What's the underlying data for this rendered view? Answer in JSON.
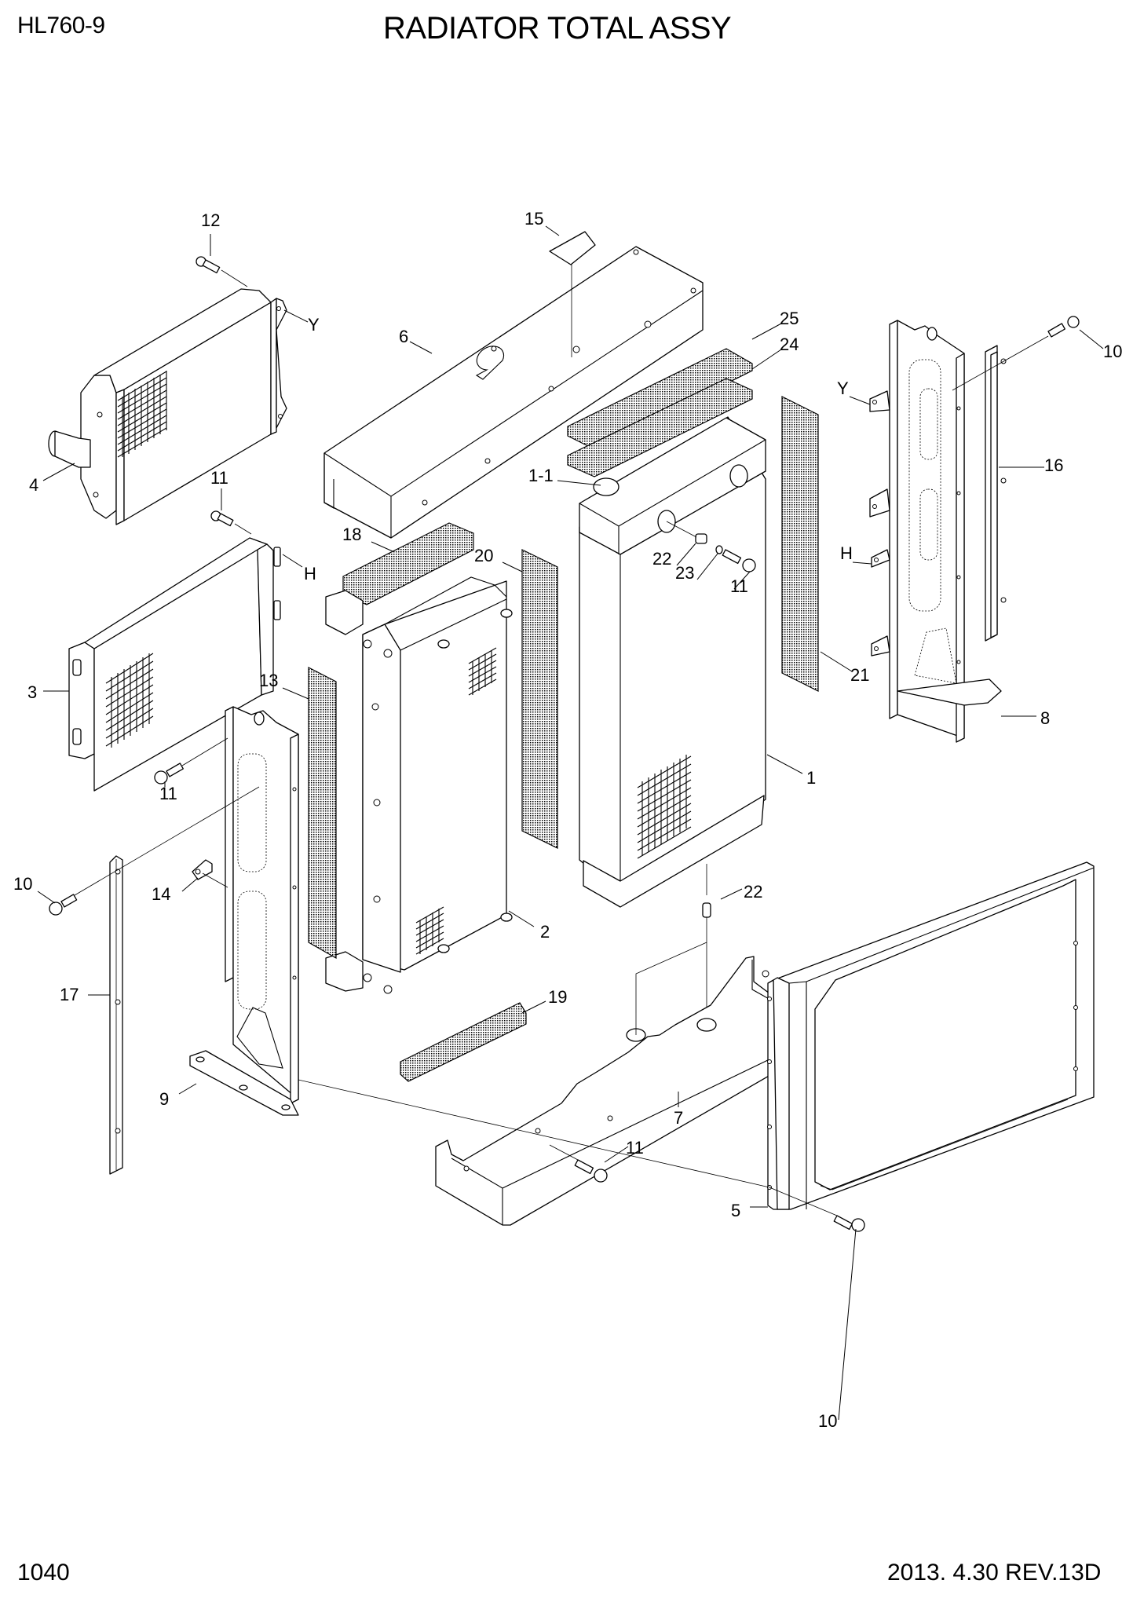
{
  "header": {
    "model": "HL760-9",
    "title": "RADIATOR TOTAL ASSY"
  },
  "footer": {
    "page_number": "1040",
    "revision": "2013. 4.30  REV.13D"
  },
  "callouts": [
    {
      "id": "c12",
      "label": "12",
      "part": "bolt"
    },
    {
      "id": "cY1",
      "label": "Y",
      "part": "connection-marker"
    },
    {
      "id": "c4",
      "label": "4",
      "part": "intercooler"
    },
    {
      "id": "c11a",
      "label": "11",
      "part": "bolt"
    },
    {
      "id": "cH1",
      "label": "H",
      "part": "connection-marker"
    },
    {
      "id": "c3",
      "label": "3",
      "part": "cooler"
    },
    {
      "id": "c11b",
      "label": "11",
      "part": "bolt"
    },
    {
      "id": "c13",
      "label": "13",
      "part": "seal"
    },
    {
      "id": "c18",
      "label": "18",
      "part": "seal"
    },
    {
      "id": "c20",
      "label": "20",
      "part": "seal"
    },
    {
      "id": "c6",
      "label": "6",
      "part": "upper-bracket"
    },
    {
      "id": "c15",
      "label": "15",
      "part": "label-plate"
    },
    {
      "id": "c25",
      "label": "25",
      "part": "seal"
    },
    {
      "id": "c24",
      "label": "24",
      "part": "seal"
    },
    {
      "id": "c1-1",
      "label": "1-1",
      "part": "radiator-cap"
    },
    {
      "id": "c22a",
      "label": "22",
      "part": "plug"
    },
    {
      "id": "c23",
      "label": "23",
      "part": "washer"
    },
    {
      "id": "c11c",
      "label": "11",
      "part": "bolt"
    },
    {
      "id": "cY2",
      "label": "Y",
      "part": "connection-marker"
    },
    {
      "id": "cH2",
      "label": "H",
      "part": "connection-marker"
    },
    {
      "id": "c10a",
      "label": "10",
      "part": "bolt"
    },
    {
      "id": "c16",
      "label": "16",
      "part": "strip"
    },
    {
      "id": "c21",
      "label": "21",
      "part": "seal"
    },
    {
      "id": "c8",
      "label": "8",
      "part": "side-support-right"
    },
    {
      "id": "c1",
      "label": "1",
      "part": "radiator"
    },
    {
      "id": "c10b",
      "label": "10",
      "part": "bolt"
    },
    {
      "id": "c14",
      "label": "14",
      "part": "clip"
    },
    {
      "id": "c2",
      "label": "2",
      "part": "oil-cooler"
    },
    {
      "id": "c22b",
      "label": "22",
      "part": "plug"
    },
    {
      "id": "c17",
      "label": "17",
      "part": "strip"
    },
    {
      "id": "c19",
      "label": "19",
      "part": "seal"
    },
    {
      "id": "c9",
      "label": "9",
      "part": "side-support-left"
    },
    {
      "id": "c7",
      "label": "7",
      "part": "lower-bracket"
    },
    {
      "id": "c11d",
      "label": "11",
      "part": "bolt"
    },
    {
      "id": "c5",
      "label": "5",
      "part": "shroud-frame"
    },
    {
      "id": "c10c",
      "label": "10",
      "part": "bolt"
    }
  ]
}
